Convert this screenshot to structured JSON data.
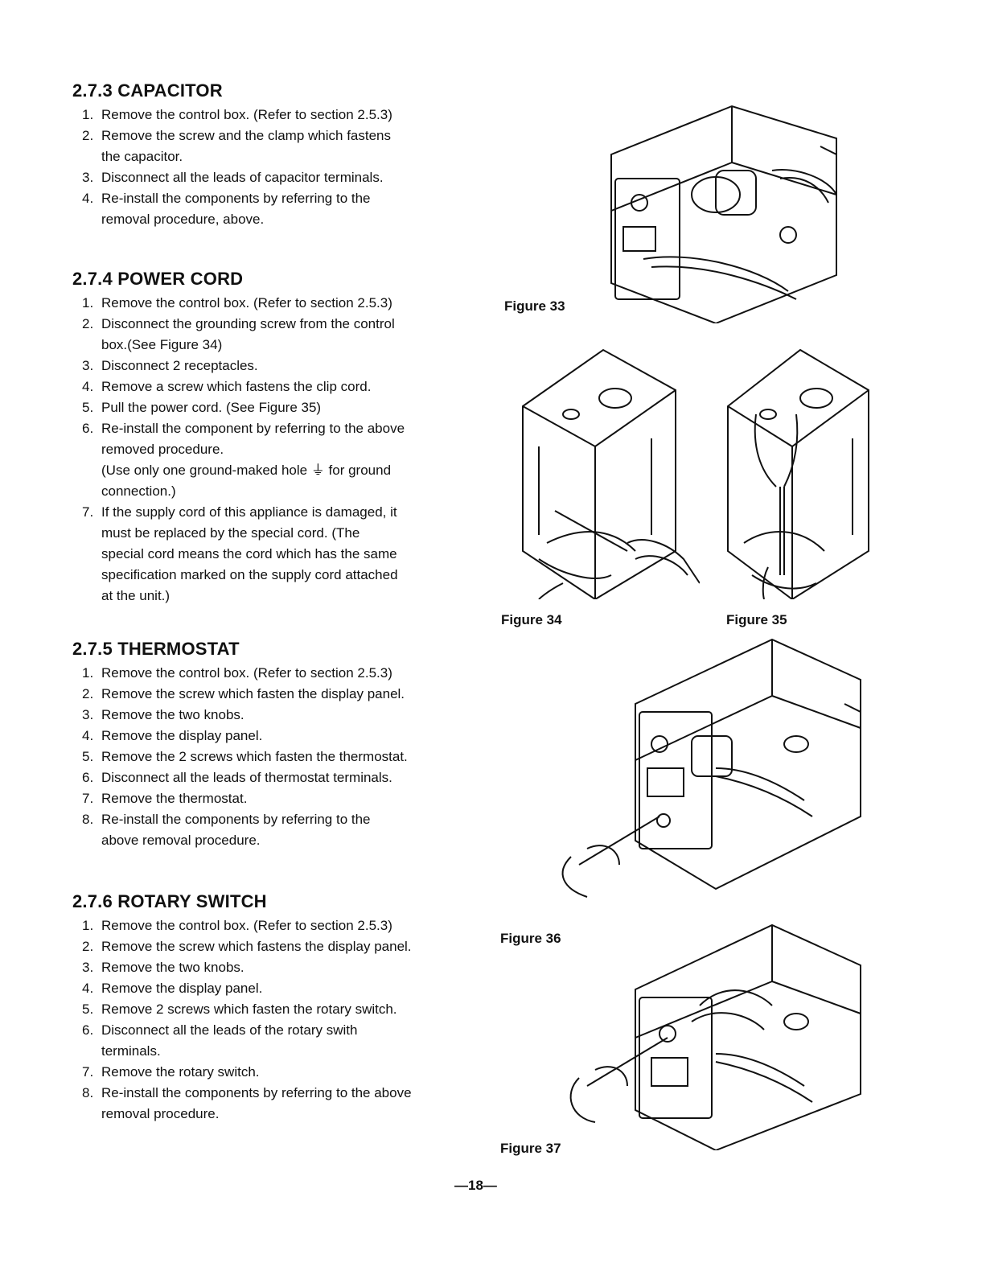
{
  "sections": [
    {
      "heading": "2.7.3 CAPACITOR",
      "steps": [
        {
          "n": "1.",
          "text": "Remove the control box. (Refer to section 2.5.3)"
        },
        {
          "n": "2.",
          "text": "Remove the screw and the clamp which fastens"
        },
        {
          "n": "",
          "text": "the capacitor."
        },
        {
          "n": "3.",
          "text": "Disconnect all the leads of capacitor terminals."
        },
        {
          "n": "4.",
          "text": "Re-install the components by referring to the"
        },
        {
          "n": "",
          "text": "removal procedure, above."
        }
      ]
    },
    {
      "heading": "2.7.4 POWER CORD",
      "steps": [
        {
          "n": "1.",
          "text": "Remove the control box. (Refer to section 2.5.3)"
        },
        {
          "n": "2.",
          "text": "Disconnect the grounding screw from the control"
        },
        {
          "n": "",
          "text": "box.(See Figure 34)"
        },
        {
          "n": "3.",
          "text": "Disconnect 2 receptacles."
        },
        {
          "n": "4.",
          "text": "Remove a screw which fastens the clip cord."
        },
        {
          "n": "5.",
          "text": "Pull the power cord. (See Figure 35)"
        },
        {
          "n": "6.",
          "text": "Re-install the component by referring to the above"
        },
        {
          "n": "",
          "text": "removed procedure."
        },
        {
          "n": "",
          "text": "(Use only one ground-maked hole ⏚ for ground"
        },
        {
          "n": "",
          "text": "connection.)"
        },
        {
          "n": "7.",
          "text": "If the supply cord of this appliance is damaged, it"
        },
        {
          "n": "",
          "text": "must be replaced by the special cord. (The"
        },
        {
          "n": "",
          "text": "special cord means the cord which has the same"
        },
        {
          "n": "",
          "text": "specification marked on the supply cord attached"
        },
        {
          "n": "",
          "text": "at the unit.)"
        }
      ]
    },
    {
      "heading": "2.7.5 THERMOSTAT",
      "steps": [
        {
          "n": "1.",
          "text": "Remove the control box. (Refer to section 2.5.3)"
        },
        {
          "n": "2.",
          "text": "Remove the screw which fasten the display panel."
        },
        {
          "n": "3.",
          "text": "Remove the two knobs."
        },
        {
          "n": "4.",
          "text": "Remove the display panel."
        },
        {
          "n": "5.",
          "text": "Remove the 2 screws which fasten the thermostat."
        },
        {
          "n": "6.",
          "text": "Disconnect all the leads of thermostat terminals."
        },
        {
          "n": "7.",
          "text": "Remove the thermostat."
        },
        {
          "n": "8.",
          "text": "Re-install the components by referring to the"
        },
        {
          "n": "",
          "text": "above removal procedure."
        }
      ]
    },
    {
      "heading": "2.7.6 ROTARY SWITCH",
      "steps": [
        {
          "n": "1.",
          "text": "Remove the control box. (Refer to section 2.5.3)"
        },
        {
          "n": "2.",
          "text": "Remove the screw which fastens the display panel."
        },
        {
          "n": "3.",
          "text": "Remove the two knobs."
        },
        {
          "n": "4.",
          "text": "Remove the display panel."
        },
        {
          "n": "5.",
          "text": "Remove 2 screws which fasten the rotary switch."
        },
        {
          "n": "6.",
          "text": "Disconnect all the leads of the rotary swith"
        },
        {
          "n": "",
          "text": "terminals."
        },
        {
          "n": "7.",
          "text": "Remove the rotary switch."
        },
        {
          "n": "8.",
          "text": "Re-install the components by referring to the above"
        },
        {
          "n": "",
          "text": "removal procedure."
        }
      ]
    }
  ],
  "figures": {
    "fig33": "Figure 33",
    "fig34": "Figure 34",
    "fig35": "Figure 35",
    "fig36": "Figure 36",
    "fig37": "Figure 37"
  },
  "page_number": "—18—"
}
